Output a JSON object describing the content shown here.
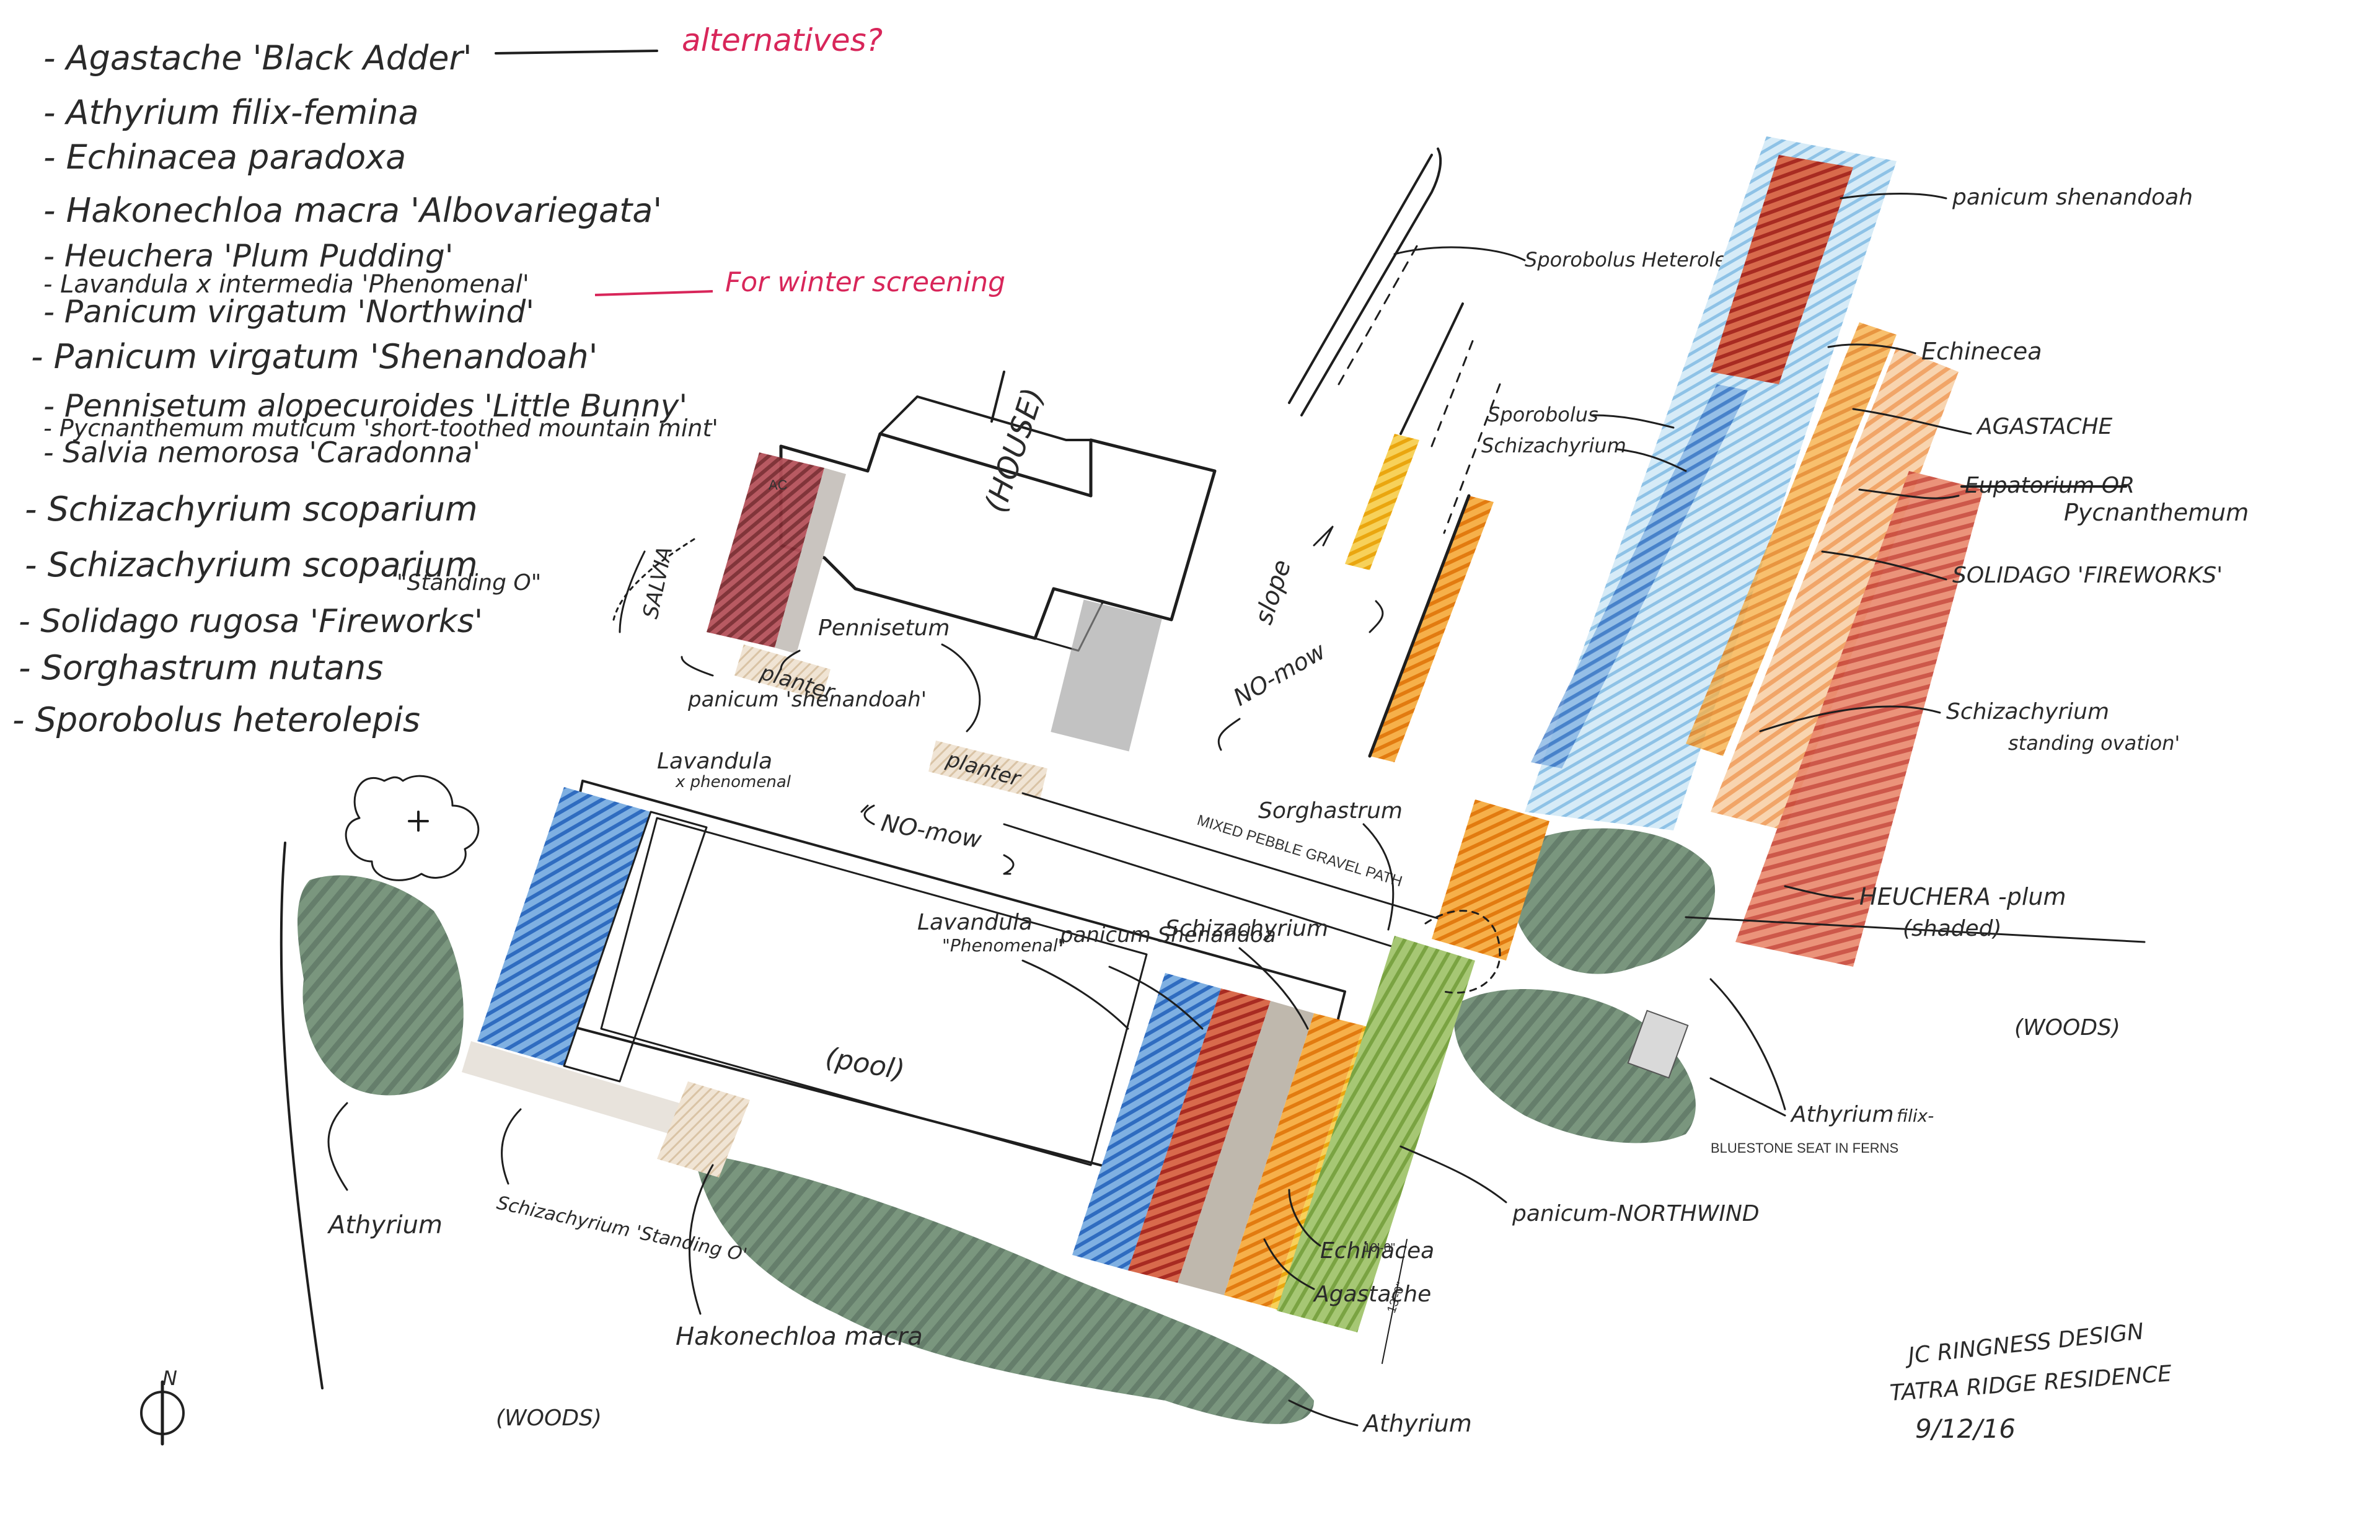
{
  "plant_list": [
    "- Agastache 'Black Adder'",
    "- Athyrium filix-femina",
    "- Echinacea paradoxa",
    "- Hakonechloa macra 'Albovariegata'",
    "- Heuchera 'Plum Pudding'",
    "- Lavandula x intermedia 'Phenomenal'",
    "- Panicum virgatum 'Northwind'",
    "- Panicum virgatum 'Shenandoah'",
    "- Pennisetum alopecuroides 'Little Bunny'",
    "- Pycnanthemum muticum 'short-toothed mountain mint'",
    "- Salvia nemorosa 'Caradonna'",
    "- Schizachyrium scoparium",
    "- Schizachyrium scoparium",
    "\"Standing O\"",
    "- Solidago rugosa 'Fireworks'",
    "- Sorghastrum nutans",
    "- Sporobolus heterolepis"
  ],
  "notes": {
    "alternatives": "alternatives?",
    "winter": "For winter screening"
  },
  "areas": {
    "house": "(HOUSE)",
    "pool": "(pool)",
    "woods_bottom": "(WOODS)",
    "woods_right": "(WOODS)",
    "slope": "slope",
    "no_mow_center": "NO-mow",
    "no_mow_left": "NO-mow",
    "gravel_path": "MIXED PEBBLE GRAVEL PATH",
    "bluestone": "BLUESTONE SEAT IN FERNS",
    "ac": "AC",
    "planter_1": "planter",
    "planter_2": "planter",
    "dim_1": "10'-0\"",
    "dim_2": "13'-0\""
  },
  "labels": {
    "salvia": "SALVIA",
    "pennisetum": "Pennisetum",
    "panicum_shen_house": "panicum 'shenandoah'",
    "lavandula_left": "Lavandula",
    "lavandula_left_sub": "x phenomenal",
    "lavandula_right": "Lavandula",
    "lavandula_right_sub": "\"Phenomenal\"",
    "panicum_shen_pool": "panicum Shenandoa",
    "schizachyrium_pool": "Schizachyrium",
    "echinacea_pool": "Echinacea",
    "agastache_pool": "Agastache",
    "panicum_northwind": "panicum-NORTHWIND",
    "sorghastrum": "Sorghastrum",
    "athyrium_left": "Athyrium",
    "schizachyrium_standing": "Schizachyrium 'Standing O'",
    "hakonechloa": "Hakonechloa macra",
    "athyrium_bottom": "Athyrium",
    "athyrium_right": "Athyrium",
    "athyrium_right_sub": "filix-",
    "sporobolus_top": "Sporobolus Heterolepsis",
    "sporobolus": "Sporobolus",
    "schizachyrium_right": "Schizachyrium",
    "panicum_shen_right": "panicum shenandoah",
    "echinacea_right": "Echinecea",
    "agastache_right": "AGASTACHE",
    "eupatorium_struck": "Eupatorium OR",
    "pycnanthemum": "Pycnanthemum",
    "solidago": "SOLIDAGO 'FIREWORKS'",
    "schizachyrium_ovation": "Schizachyrium",
    "schizachyrium_ovation_sub": "standing ovation'",
    "heuchera": "HEUCHERA -plum",
    "heuchera_sub": "(shaded)"
  },
  "title_block": {
    "firm": "JC RINGNESS DESIGN",
    "project": "TATRA RIDGE RESIDENCE",
    "date": "9/12/16"
  },
  "north_arrow": "N",
  "colors": {
    "fern_green": "#5e7a64",
    "lavender_blue": "#3b78c8",
    "panicum_red": "#c0362b",
    "salvia_maroon": "#8c2f35",
    "echinacea_orange": "#f08a1c",
    "agastache_yellow": "#f2b724",
    "northwind_green": "#8ab352",
    "solidago_peach": "#f3b07c",
    "heuchera_red": "#d2553e",
    "schizachyrium_lightblue": "#a9d3ec",
    "note_red": "#d8265a"
  }
}
